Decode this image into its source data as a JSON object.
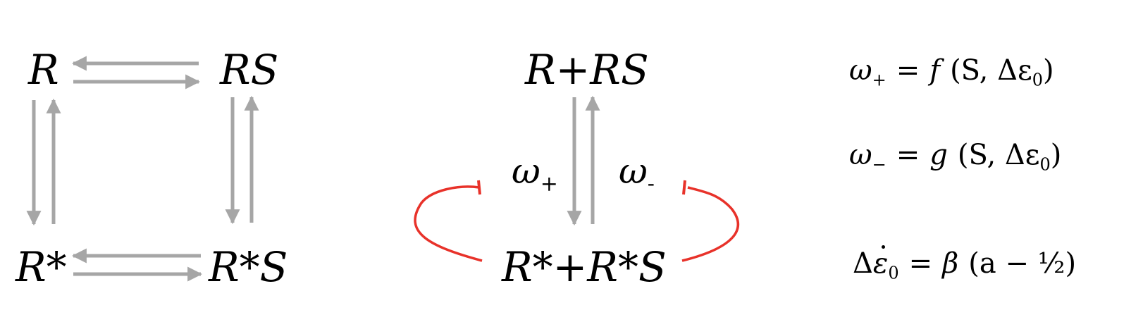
{
  "colors": {
    "arrow": "#a6a6a6",
    "inhibit": "#e8322a",
    "text": "#000000"
  },
  "left_cycle": {
    "top_left": "R",
    "top_right": "RS",
    "bottom_left": "R*",
    "bottom_right": "R*S"
  },
  "middle": {
    "top": "R+RS",
    "bottom": "R*+R*S",
    "rate_plus_symbol": "ω",
    "rate_plus_sub": "+",
    "rate_minus_symbol": "ω",
    "rate_minus_sub": "-"
  },
  "equations": {
    "eq1": {
      "lhs_symbol": "ω",
      "lhs_sub": "+",
      "eq": "=",
      "func": "f",
      "args": "(S, Δε",
      "args_sub": "0",
      "close": ")"
    },
    "eq2": {
      "lhs_symbol": "ω",
      "lhs_sub": "−",
      "eq": "=",
      "func": "g",
      "args": "(S, Δε",
      "args_sub": "0",
      "close": ")"
    },
    "eq3": {
      "lhs_delta": "Δ",
      "lhs_eps": "ε",
      "lhs_sub": "0",
      "eq": "=",
      "coef": "β",
      "rhs": "(a − ½)"
    }
  }
}
